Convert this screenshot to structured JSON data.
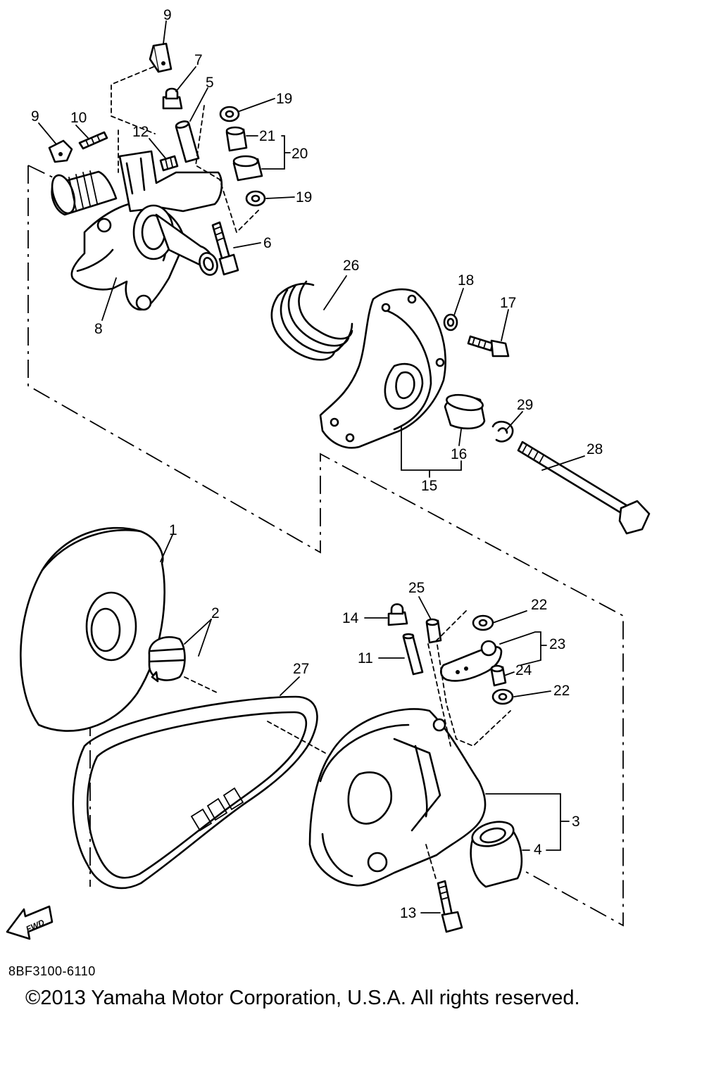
{
  "callouts": {
    "n1": "1",
    "n2": "2",
    "n3": "3",
    "n4": "4",
    "n5": "5",
    "n6": "6",
    "n7": "7",
    "n8": "8",
    "n9a": "9",
    "n9b": "9",
    "n10": "10",
    "n11": "11",
    "n12": "12",
    "n13": "13",
    "n14": "14",
    "n15": "15",
    "n16": "16",
    "n17": "17",
    "n18": "18",
    "n19a": "19",
    "n19b": "19",
    "n20": "20",
    "n21": "21",
    "n22a": "22",
    "n22b": "22",
    "n23": "23",
    "n24": "24",
    "n25": "25",
    "n26": "26",
    "n27": "27",
    "n28": "28",
    "n29": "29"
  },
  "fwd_arrow_label": "FWD",
  "footer": {
    "part_code": "8BF3100-6110",
    "copyright": "©2013 Yamaha Motor Corporation, U.S.A. All rights reserved."
  }
}
